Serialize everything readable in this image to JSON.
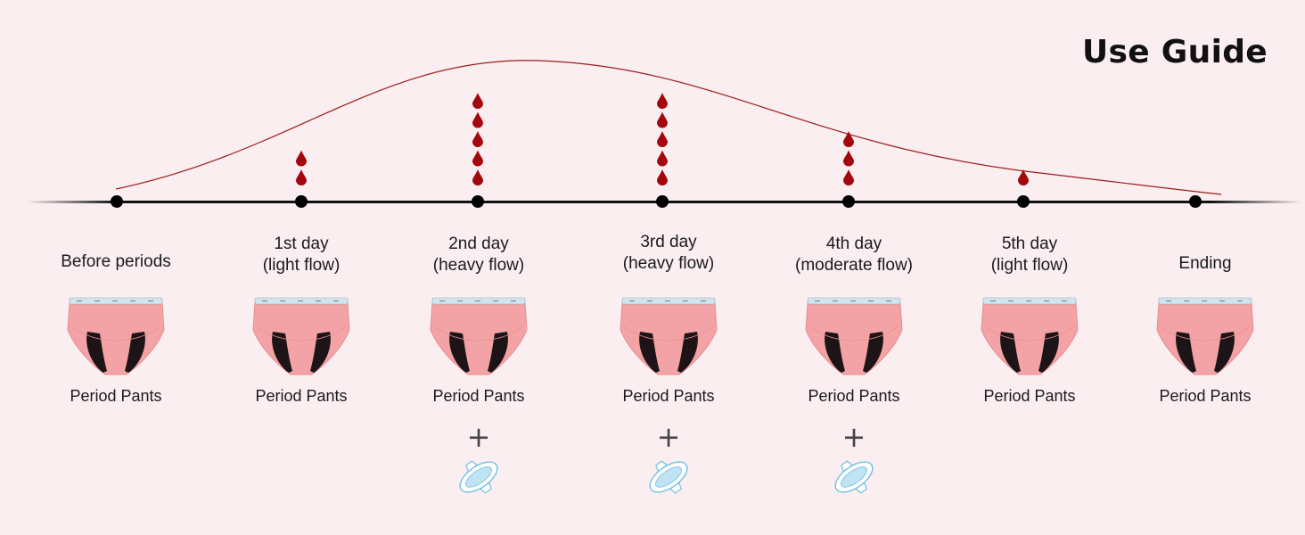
{
  "title": "Use Guide",
  "colors": {
    "background": "#fbeef0",
    "curve": "#9b1b1b",
    "drop": "#a3060c",
    "timeline": "#111111",
    "pants_body": "#f3a3a5",
    "pants_liner": "#1c1416",
    "pad": "#bfe3f3"
  },
  "stages": [
    {
      "label_lines": [
        "Before periods"
      ],
      "drops": 0,
      "caption": "Period Pants",
      "plus": "",
      "pad": false
    },
    {
      "label_lines": [
        "1st day",
        "(light flow)"
      ],
      "drops": 2,
      "caption": "Period Pants",
      "plus": "",
      "pad": false
    },
    {
      "label_lines": [
        "2nd day",
        "(heavy flow)"
      ],
      "drops": 5,
      "caption": "Period Pants",
      "plus": "+",
      "pad": true
    },
    {
      "label_lines": [
        "3rd day",
        "(heavy flow)"
      ],
      "drops": 5,
      "caption": "Period Pants",
      "plus": "+",
      "pad": true
    },
    {
      "label_lines": [
        "4th day",
        "(moderate flow)"
      ],
      "drops": 3,
      "caption": "Period Pants",
      "plus": "+",
      "pad": true
    },
    {
      "label_lines": [
        "5th day",
        "(light flow)"
      ],
      "drops": 1,
      "caption": "Period Pants",
      "plus": "",
      "pad": false
    },
    {
      "label_lines": [
        "Ending"
      ],
      "drops": 0,
      "caption": "Period Pants",
      "plus": "",
      "pad": false
    }
  ],
  "icons": {
    "drop": "blood-drop-icon",
    "pants": "period-pants-icon",
    "pad": "sanitary-pad-icon",
    "plus": "plus-icon"
  }
}
